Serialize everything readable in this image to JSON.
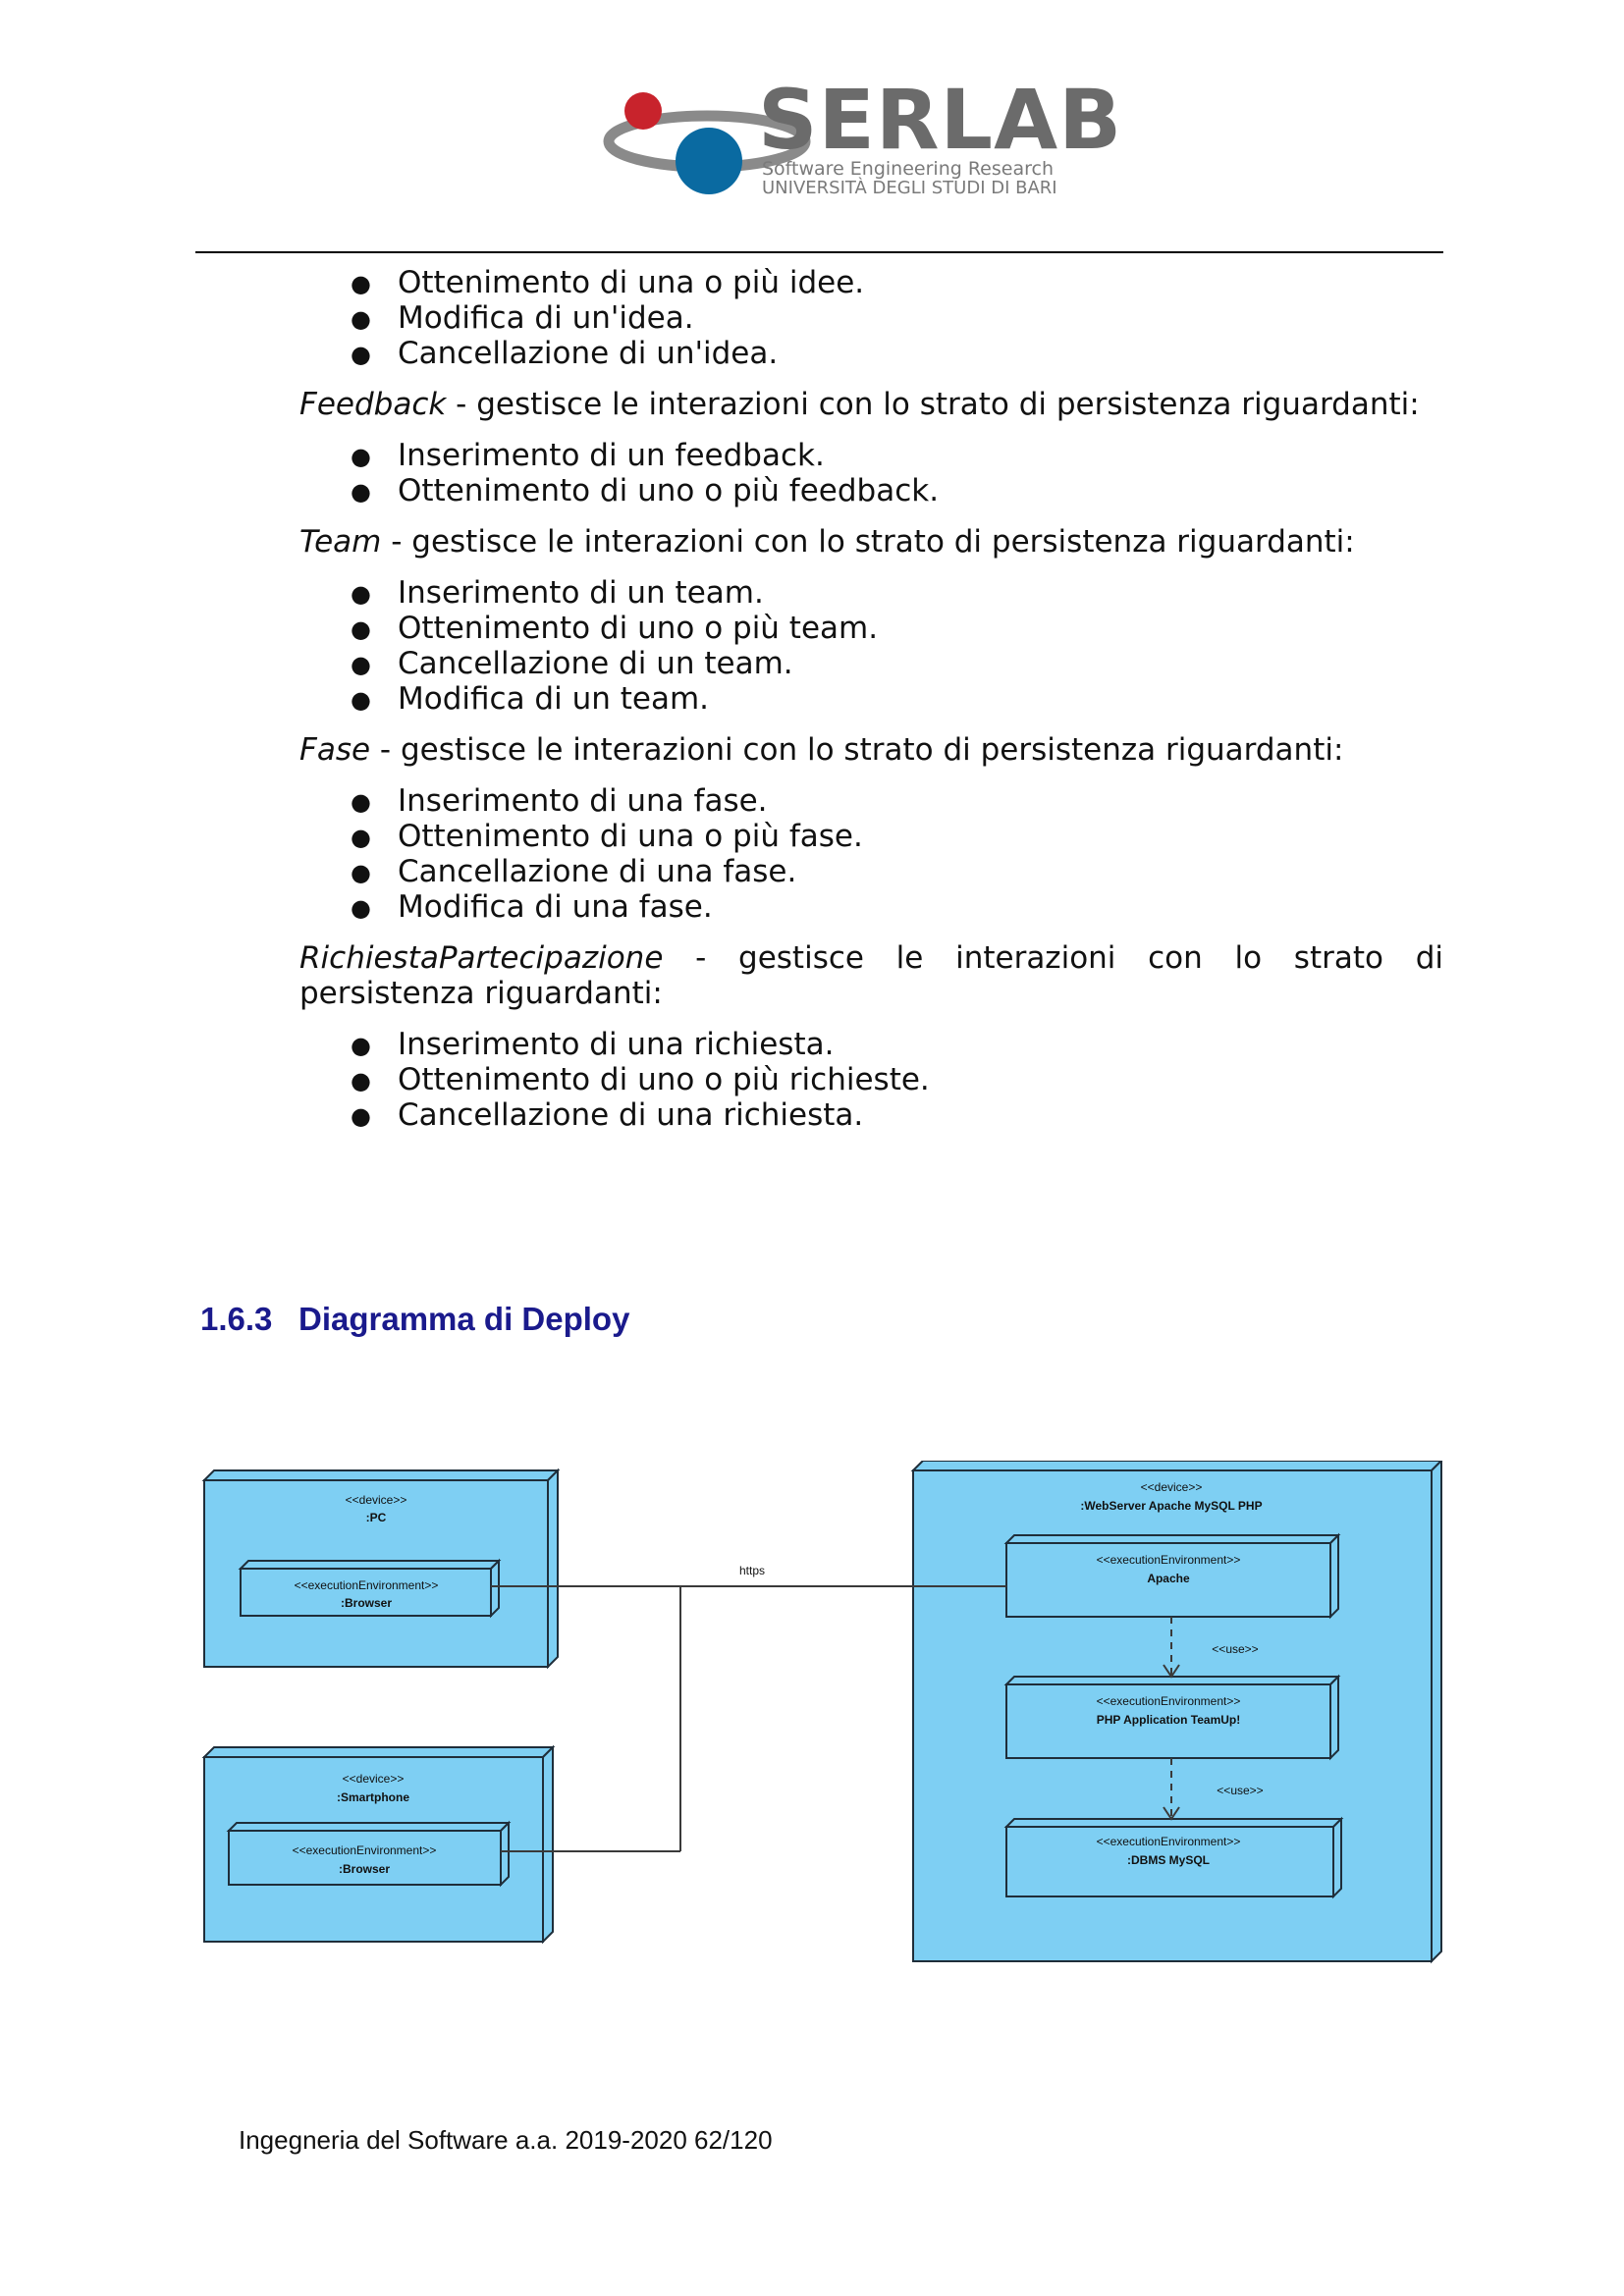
{
  "header": {
    "logo": {
      "title": "SERLAB",
      "subtitle_line1": "Software Engineering Research",
      "subtitle_line2": "UNIVERSITÀ DEGLI STUDI DI BARI",
      "colors": {
        "red_dot": "#c8232c",
        "blue_dot": "#0a6aa1",
        "ring": "#8a8a8a",
        "text": "#6b6b6b"
      }
    }
  },
  "body": {
    "intro_list": [
      "Ottenimento di una o più idee.",
      "Modifica di un'idea.",
      "Cancellazione di un'idea."
    ],
    "feedback": {
      "term": "Feedback",
      "desc": " - gestisce le interazioni con lo strato di persistenza riguardanti:",
      "items": [
        "Inserimento di un feedback.",
        "Ottenimento di uno o più feedback."
      ]
    },
    "team": {
      "term": "Team",
      "desc": " - gestisce le interazioni con lo strato di persistenza riguardanti:",
      "items": [
        "Inserimento di un team.",
        "Ottenimento di uno o più team.",
        "Cancellazione di un team.",
        "Modifica di un team."
      ]
    },
    "fase": {
      "term": "Fase",
      "desc": " - gestisce le interazioni con lo strato di persistenza riguardanti:",
      "items": [
        "Inserimento di una fase.",
        "Ottenimento di una o più fase.",
        "Cancellazione di una fase.",
        "Modifica di una fase."
      ]
    },
    "richiesta": {
      "term": "RichiestaPartecipazione",
      "desc": " - gestisce le interazioni con lo strato di persistenza riguardanti:",
      "items": [
        "Inserimento di una richiesta.",
        "Ottenimento di uno o più richieste.",
        "Cancellazione di una richiesta."
      ]
    }
  },
  "section": {
    "number": "1.6.3",
    "title": "Diagramma di Deploy"
  },
  "diagram": {
    "colors": {
      "node_fill": "#7ecff3",
      "stroke": "#1f2e3a"
    },
    "pc": {
      "stereotype": "<<device>>",
      "name": ":PC",
      "env": {
        "stereotype": "<<executionEnvironment>>",
        "name": ":Browser"
      }
    },
    "smartphone": {
      "stereotype": "<<device>>",
      "name": ":Smartphone",
      "env": {
        "stereotype": "<<executionEnvironment>>",
        "name": ":Browser"
      }
    },
    "server": {
      "stereotype": "<<device>>",
      "name": ":WebServer Apache MySQL PHP",
      "envs": [
        {
          "stereotype": "<<executionEnvironment>>",
          "name": "Apache"
        },
        {
          "stereotype": "<<executionEnvironment>>",
          "name": "PHP Application TeamUp!"
        },
        {
          "stereotype": "<<executionEnvironment>>",
          "name": ":DBMS MySQL"
        }
      ]
    },
    "connection_label": "https",
    "use_label": "<<use>>"
  },
  "footer": {
    "text": "Ingegneria del Software a.a. 2019-2020 62/120"
  }
}
